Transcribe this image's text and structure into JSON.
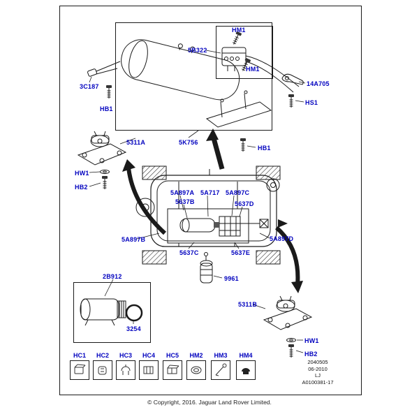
{
  "page": {
    "copyright": "© Copyright, 2016. Jaguar Land Rover Limited."
  },
  "info_block": {
    "part_number": "2040505",
    "date": "06-2010",
    "code": "LJ",
    "drawing_id": "A0100381-17"
  },
  "colors": {
    "label_blue": "#0202bf",
    "line_black": "#1a1a1a"
  },
  "labels": [
    {
      "id": "hm1-a",
      "text": "HM1"
    },
    {
      "id": "5b322",
      "text": "5B322"
    },
    {
      "id": "hm1-b",
      "text": "HM1"
    },
    {
      "id": "3c187",
      "text": "3C187"
    },
    {
      "id": "hb1-a",
      "text": "HB1"
    },
    {
      "id": "14a705",
      "text": "14A705"
    },
    {
      "id": "hs1",
      "text": "HS1"
    },
    {
      "id": "5311a",
      "text": "5311A"
    },
    {
      "id": "5k756",
      "text": "5K756"
    },
    {
      "id": "hb1-b",
      "text": "HB1"
    },
    {
      "id": "hw1-a",
      "text": "HW1"
    },
    {
      "id": "hb2-a",
      "text": "HB2"
    },
    {
      "id": "5a897a",
      "text": "5A897A"
    },
    {
      "id": "5a717",
      "text": "5A717"
    },
    {
      "id": "5a897c",
      "text": "5A897C"
    },
    {
      "id": "5637b",
      "text": "5637B"
    },
    {
      "id": "5637d",
      "text": "5637D"
    },
    {
      "id": "5a897b",
      "text": "5A897B"
    },
    {
      "id": "5a897d",
      "text": "5A897D"
    },
    {
      "id": "5637c",
      "text": "5637C"
    },
    {
      "id": "5637e",
      "text": "5637E"
    },
    {
      "id": "9961",
      "text": "9961"
    },
    {
      "id": "2b912",
      "text": "2B912"
    },
    {
      "id": "3254",
      "text": "3254"
    },
    {
      "id": "5311b",
      "text": "5311B"
    },
    {
      "id": "hw1-b",
      "text": "HW1"
    },
    {
      "id": "hb2-b",
      "text": "HB2"
    }
  ],
  "fasteners": [
    {
      "label": "HC1",
      "icon": "clip"
    },
    {
      "label": "HC2",
      "icon": "clip"
    },
    {
      "label": "HC3",
      "icon": "clip"
    },
    {
      "label": "HC4",
      "icon": "clip"
    },
    {
      "label": "HC5",
      "icon": "clip"
    },
    {
      "label": "HM2",
      "icon": "grommet"
    },
    {
      "label": "HM3",
      "icon": "cable-tie"
    },
    {
      "label": "HM4",
      "icon": "plug"
    }
  ]
}
